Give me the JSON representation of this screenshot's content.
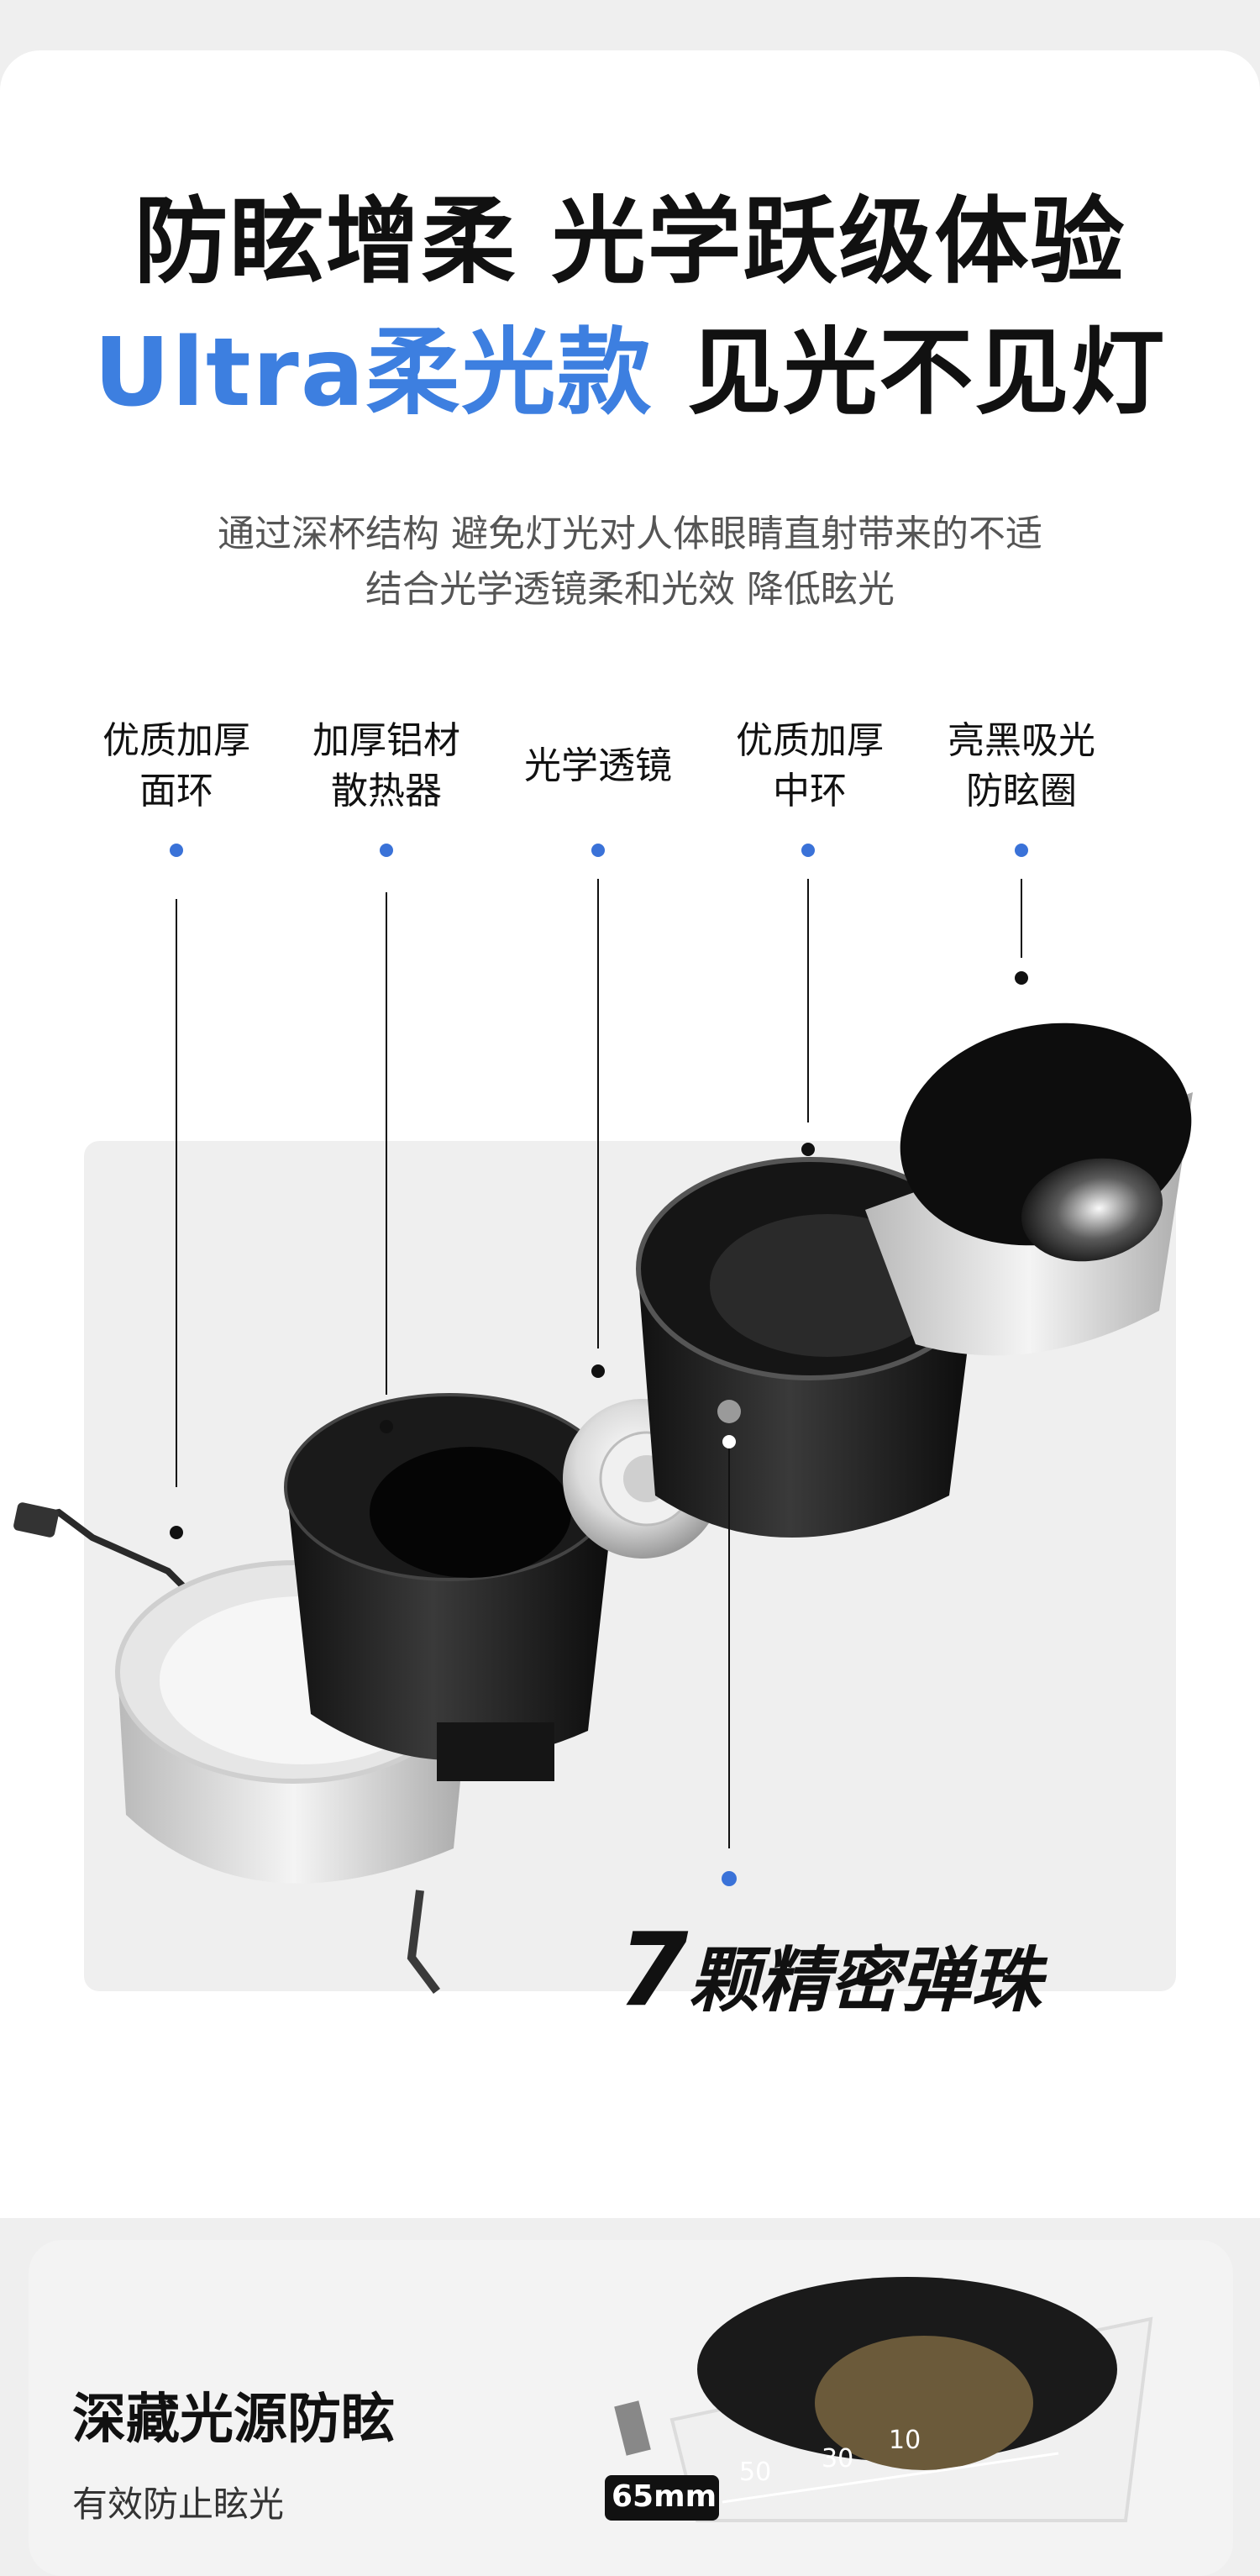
{
  "headline": {
    "line1": "防眩增柔 光学跃级体验",
    "line2_accent": "Ultra柔光款",
    "line2_rest": " 见光不见灯"
  },
  "subtext": {
    "line1": "通过深杯结构 避免灯光对人体眼睛直射带来的不适",
    "line2": "结合光学透镜柔和光效 降低眩光"
  },
  "parts": [
    {
      "line1": "优质加厚",
      "line2": "面环"
    },
    {
      "line1": "加厚铝材",
      "line2": "散热器"
    },
    {
      "line1": "光学透镜",
      "line2": ""
    },
    {
      "line1": "优质加厚",
      "line2": "中环"
    },
    {
      "line1": "亮黑吸光",
      "line2": "防眩圈"
    }
  ],
  "feature": {
    "number": "7",
    "text": "颗精密弹珠"
  },
  "section2": {
    "title": "深藏光源防眩",
    "subtitle": "有效防止眩光",
    "measure": "65mm",
    "scale": [
      "50",
      "30",
      "10"
    ]
  },
  "colors": {
    "accent": "#3d7fe0",
    "dot": "#3a72d8"
  }
}
